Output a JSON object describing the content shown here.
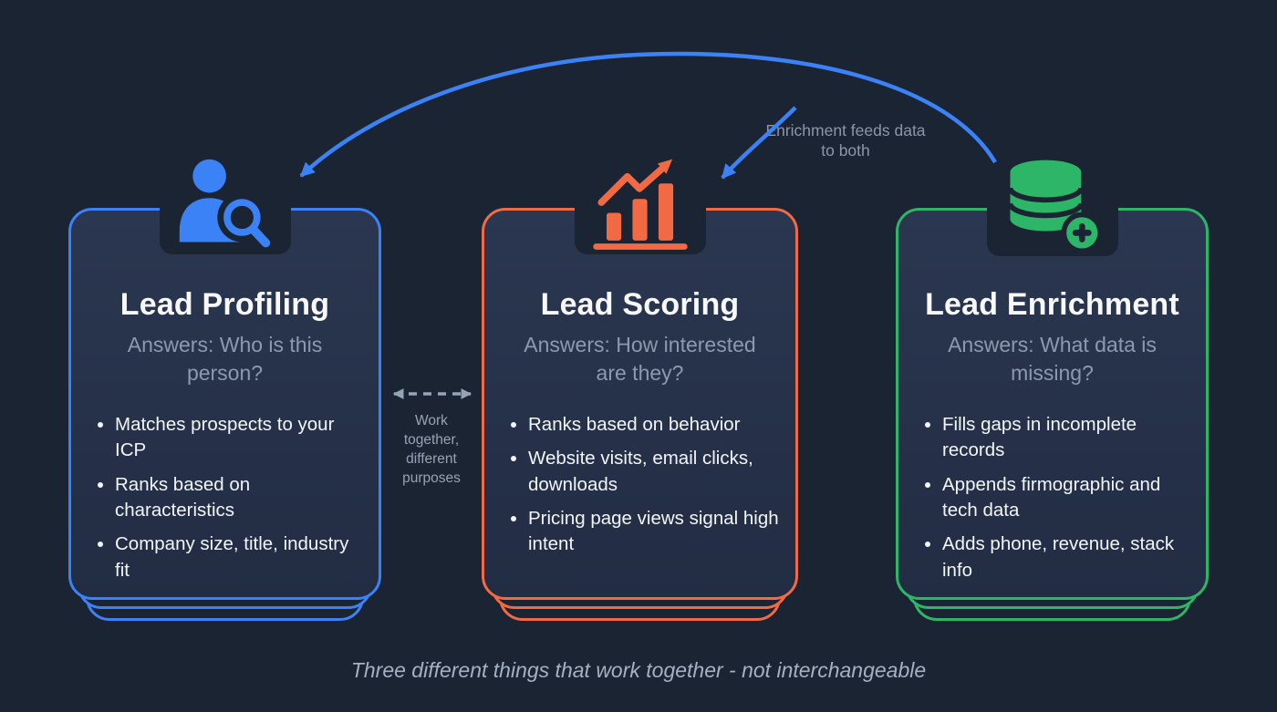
{
  "page": {
    "background": "#1b2433",
    "caption": "Three different things that work together - not interchangeable"
  },
  "connectors": {
    "enrichment_label": "Enrichment feeds data to both",
    "work_together_label": "Work together, different purposes",
    "enrichment_arrow_color": "#3b82f6",
    "dashed_arrow_color": "#94a3b8"
  },
  "cards": [
    {
      "title": "Lead Profiling",
      "subtitle": "Answers: Who is this person?",
      "accent": "#3b82f6",
      "icon": "person-search-icon",
      "bullets": [
        "Matches prospects to your ICP",
        "Ranks based on characteristics",
        "Company size, title, industry fit"
      ]
    },
    {
      "title": "Lead Scoring",
      "subtitle": "Answers: How interested are they?",
      "accent": "#f26a44",
      "icon": "bar-chart-growth-icon",
      "bullets": [
        "Ranks based on behavior",
        "Website visits, email clicks, downloads",
        "Pricing page views signal high intent"
      ]
    },
    {
      "title": "Lead Enrichment",
      "subtitle": "Answers: What data is missing?",
      "accent": "#2db568",
      "icon": "database-add-icon",
      "bullets": [
        "Fills gaps in incomplete records",
        "Appends firmographic and tech data",
        "Adds phone, revenue, stack info"
      ]
    }
  ]
}
